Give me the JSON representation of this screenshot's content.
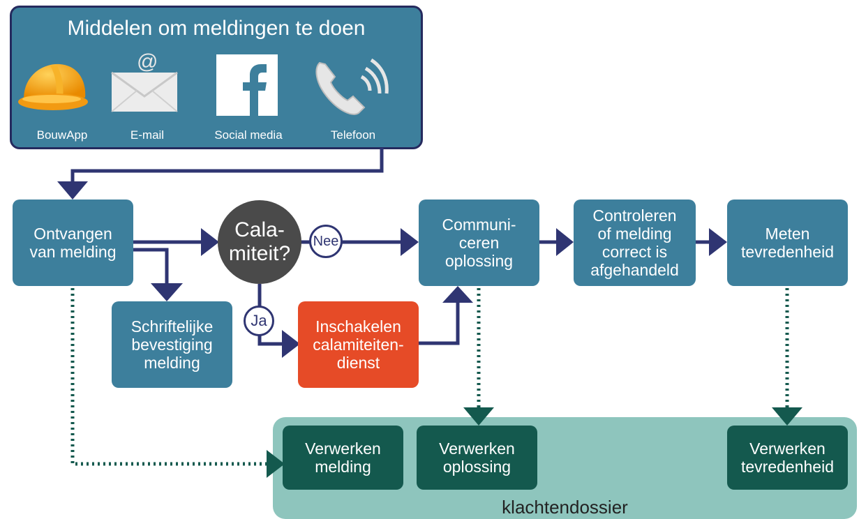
{
  "channels": {
    "title": "Middelen om meldingen te doen",
    "items": [
      {
        "label": "BouwApp",
        "icon": "hard-hat-icon"
      },
      {
        "label": "E-mail",
        "icon": "email-envelope-icon"
      },
      {
        "label": "Social media",
        "icon": "facebook-icon"
      },
      {
        "label": "Telefoon",
        "icon": "phone-icon"
      }
    ]
  },
  "flow": {
    "ontvangen": "Ontvangen\nvan melding",
    "schriftelijk": "Schriftelijke\nbevestiging\nmelding",
    "decision": "Cala-\nmiteit?",
    "nee": "Nee",
    "ja": "Ja",
    "inschakelen": "Inschakelen\ncalamiteiten-\ndienst",
    "communiceren": "Communi-\nceren\noplossing",
    "controleren": "Controleren\nof melding\ncorrect is\nafgehandeld",
    "meten": "Meten\ntevredenheid"
  },
  "dossier": {
    "label": "klachtendossier",
    "items": [
      "Verwerken\nmelding",
      "Verwerken\noplossing",
      "Verwerken\ntevredenheid"
    ]
  },
  "colors": {
    "panel": "#3d7f9c",
    "dark_green": "#14594e",
    "dossier_bg": "#8ec5bd",
    "orange": "#e64b27",
    "arrow": "#2f3572",
    "decision": "#4a4a4a"
  }
}
